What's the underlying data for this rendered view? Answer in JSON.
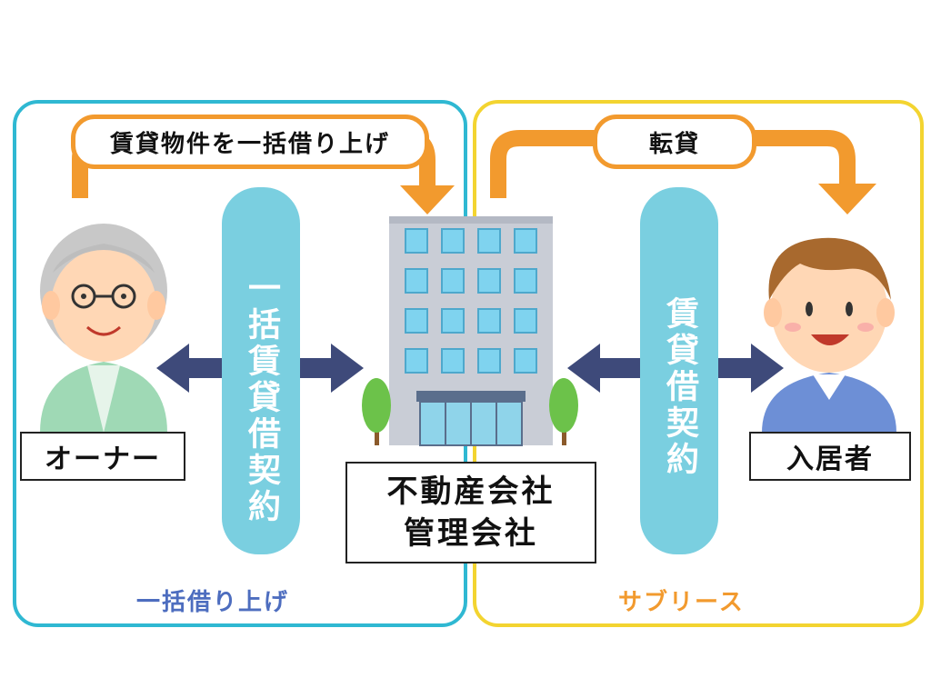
{
  "panels": {
    "left_caption": "一括借り上げ",
    "right_caption": "サブリース"
  },
  "arrows": {
    "top_left_label": "賃貸物件を一括借り上げ",
    "top_right_label": "転貸"
  },
  "contracts": {
    "left_label": "一括賃貸借契約",
    "right_label": "賃貸借契約"
  },
  "actors": {
    "owner": "オーナー",
    "company_line1": "不動産会社",
    "company_line2": "管理会社",
    "tenant": "入居者"
  },
  "colors": {
    "left_border": "#2fb8d2",
    "right_border": "#f3d430",
    "orange": "#f29a2e",
    "contract_bar": "#7acfe0",
    "double_arrow": "#3e4a7a"
  }
}
